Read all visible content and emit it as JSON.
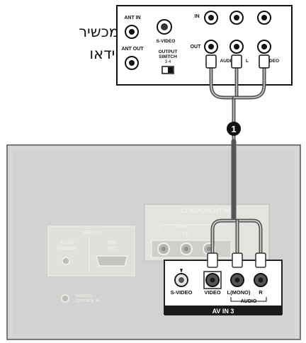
{
  "vcr": {
    "caption_line1": "מכשיר",
    "caption_line2": "וידאו",
    "ant_in": "ANT IN",
    "ant_out": "ANT OUT",
    "s_video": "S-VIDEO",
    "output_switch_1": "OUTPUT",
    "output_switch_2": "SWITCH",
    "output_switch_3": "3   4",
    "in": "IN",
    "out": "OUT",
    "audio": "AUDIO",
    "l": "L",
    "video": "VIDEO"
  },
  "cable_number": "1",
  "tv": {
    "component_in": "COMPONENT IN",
    "video_sub": "VIDEO",
    "pb": "Pb",
    "rgb_in": "RGB IN",
    "audio_rgb_dvi_1": "AUDIO",
    "audio_rgb_dvi_2": "(RGB/DVI)",
    "rgb_pc_1": "RGB",
    "rgb_pc_2": "(PC)",
    "remote_1": "REMOTE",
    "remote_2": "CONTROL IN",
    "s_video": "S-VIDEO",
    "video": "VIDEO",
    "lmono": "L(MONO)",
    "r": "R",
    "audio": "AUDIO",
    "av_in_3": "AV IN 3"
  },
  "colors": {
    "panel": "#d4d4d2",
    "cable": "#555555",
    "label_bar": "#1a1a1a"
  }
}
